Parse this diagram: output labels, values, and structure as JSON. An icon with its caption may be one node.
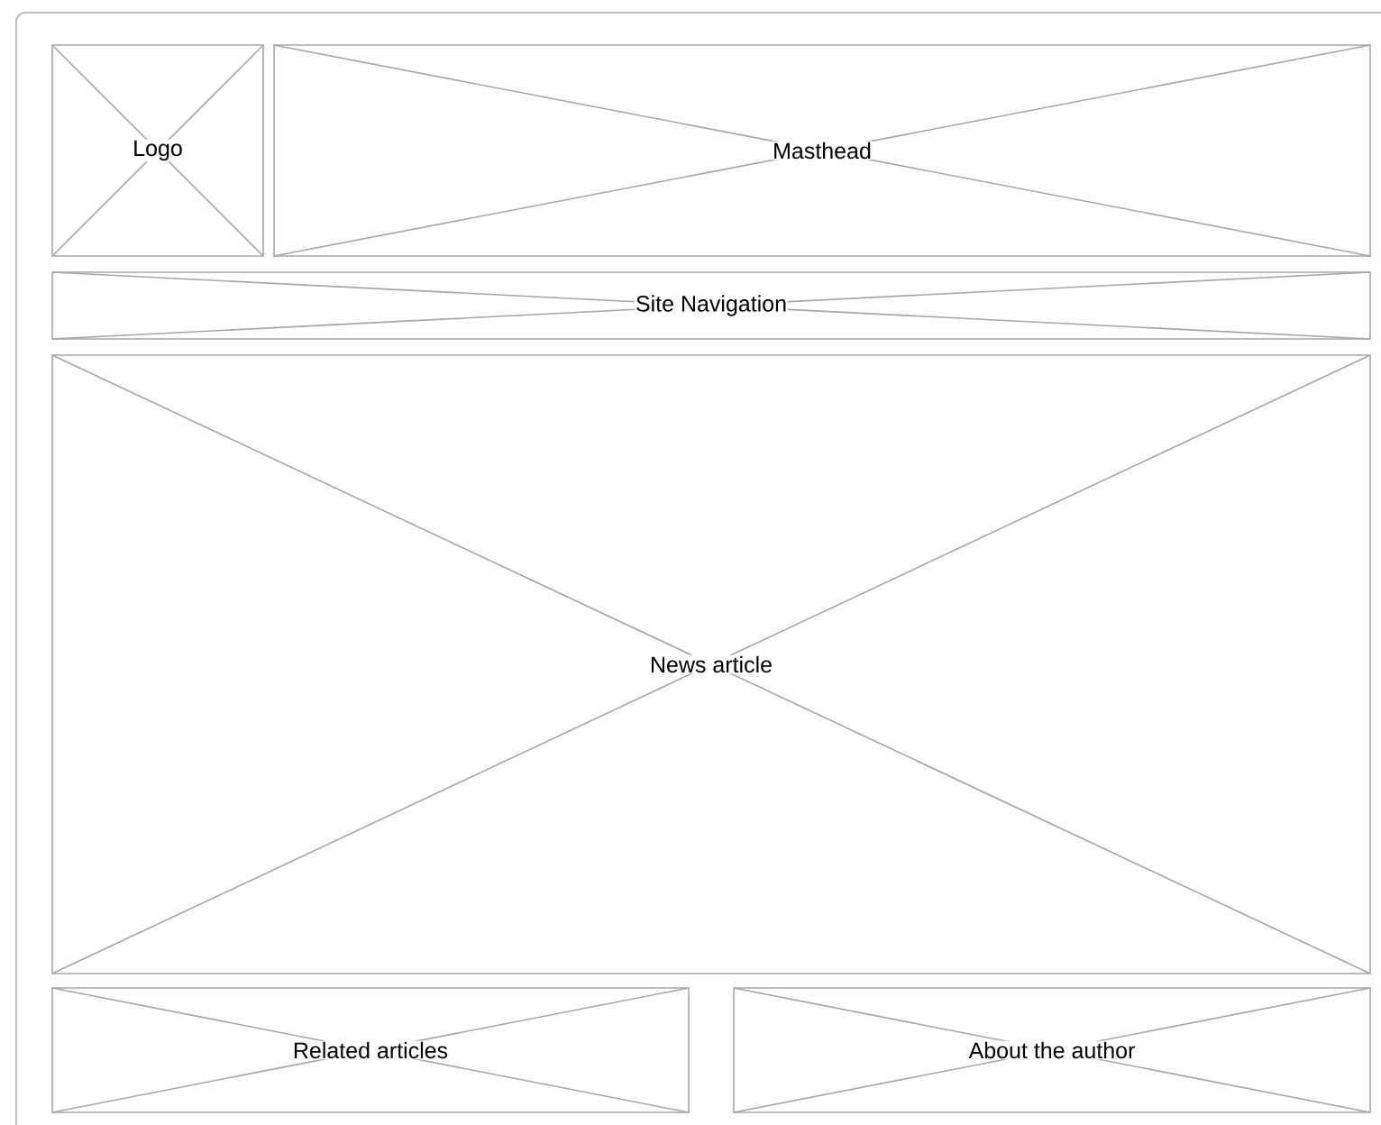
{
  "diagram": {
    "nodes": [
      {
        "text": [
          "Logo"
        ]
      },
      {
        "text": [
          "Masthead"
        ]
      },
      {
        "text": [
          "Site Navigation"
        ]
      },
      {
        "text": [
          "News article"
        ]
      },
      {
        "text": [
          "Related articles"
        ]
      },
      {
        "text": [
          "About the author"
        ]
      }
    ]
  }
}
